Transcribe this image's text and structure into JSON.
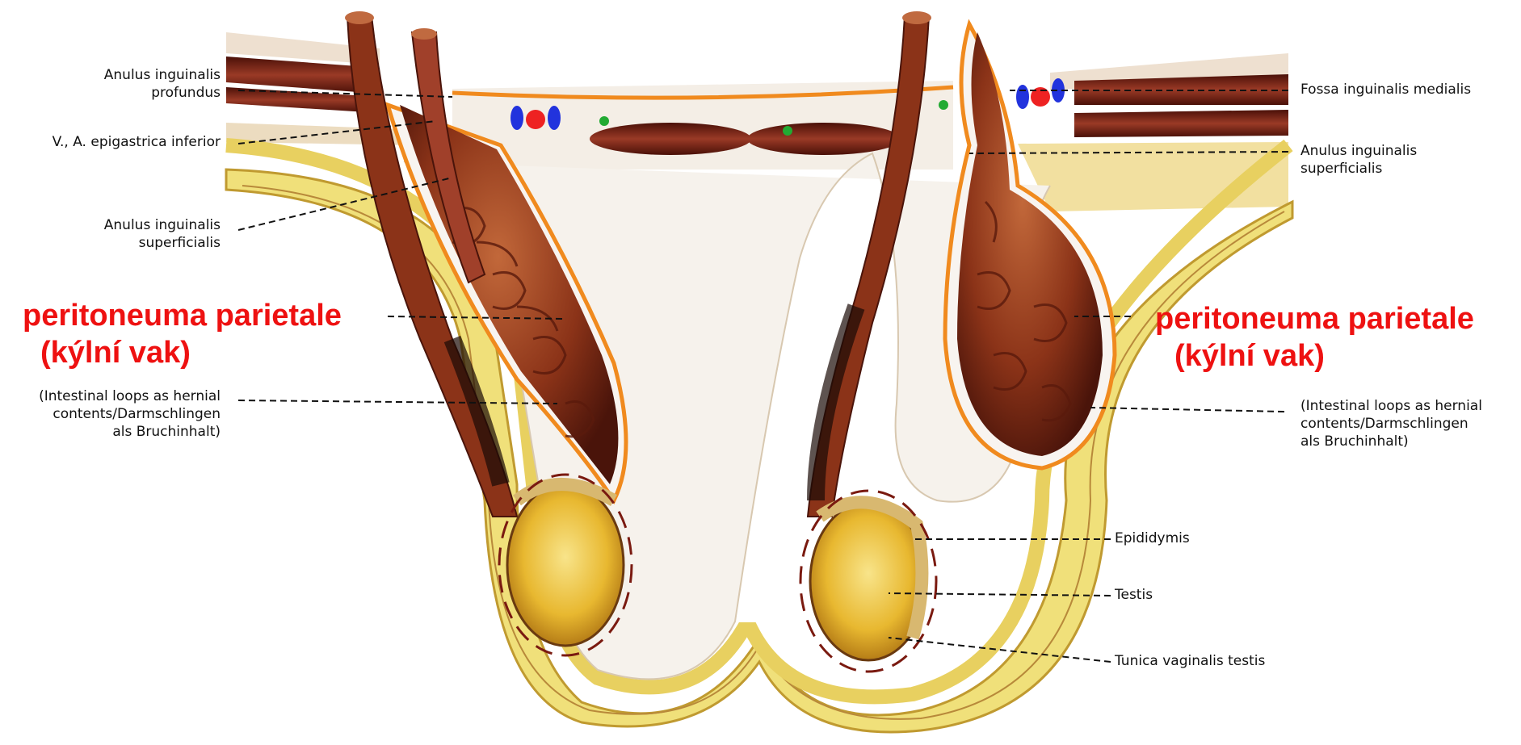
{
  "labels_left": {
    "anulus_profundus": [
      "Anulus inguinalis",
      "profundus"
    ],
    "epigastrica": [
      "V., A. epigastrica inferior"
    ],
    "anulus_superficialis": [
      "Anulus inguinalis",
      "superficialis"
    ],
    "intestinal": [
      "(Intestinal loops as hernial",
      "contents/Darmschlingen",
      "als Bruchinhalt)"
    ]
  },
  "labels_right": {
    "fossa": [
      "Fossa inguinalis medialis"
    ],
    "anulus_superficialis": [
      "Anulus inguinalis",
      "superficialis"
    ],
    "intestinal": [
      "(Intestinal loops as hernial",
      "contents/Darmschlingen",
      "als Bruchinhalt)"
    ],
    "epididymis": [
      "Epididymis"
    ],
    "testis": [
      "Testis"
    ],
    "tunica": [
      "Tunica vaginalis testis"
    ]
  },
  "overlay_left": [
    "peritoneuma parietale",
    "(kýlní vak)"
  ],
  "overlay_right": [
    "peritoneuma parietale",
    "(kýlní vak)"
  ],
  "colors": {
    "highlight": "#ee1111",
    "peritoneum_outline": "#f08a1e",
    "fat_layer": "#f0e07a",
    "muscle": "#7a1f12",
    "intestine": "#8b3318",
    "testis": "#e8b830",
    "artery": "#ee2222",
    "vein": "#2233dd",
    "node": "#22aa33"
  },
  "icons": [
    "artery-dot",
    "vein-dot",
    "lymph-node-dot"
  ]
}
